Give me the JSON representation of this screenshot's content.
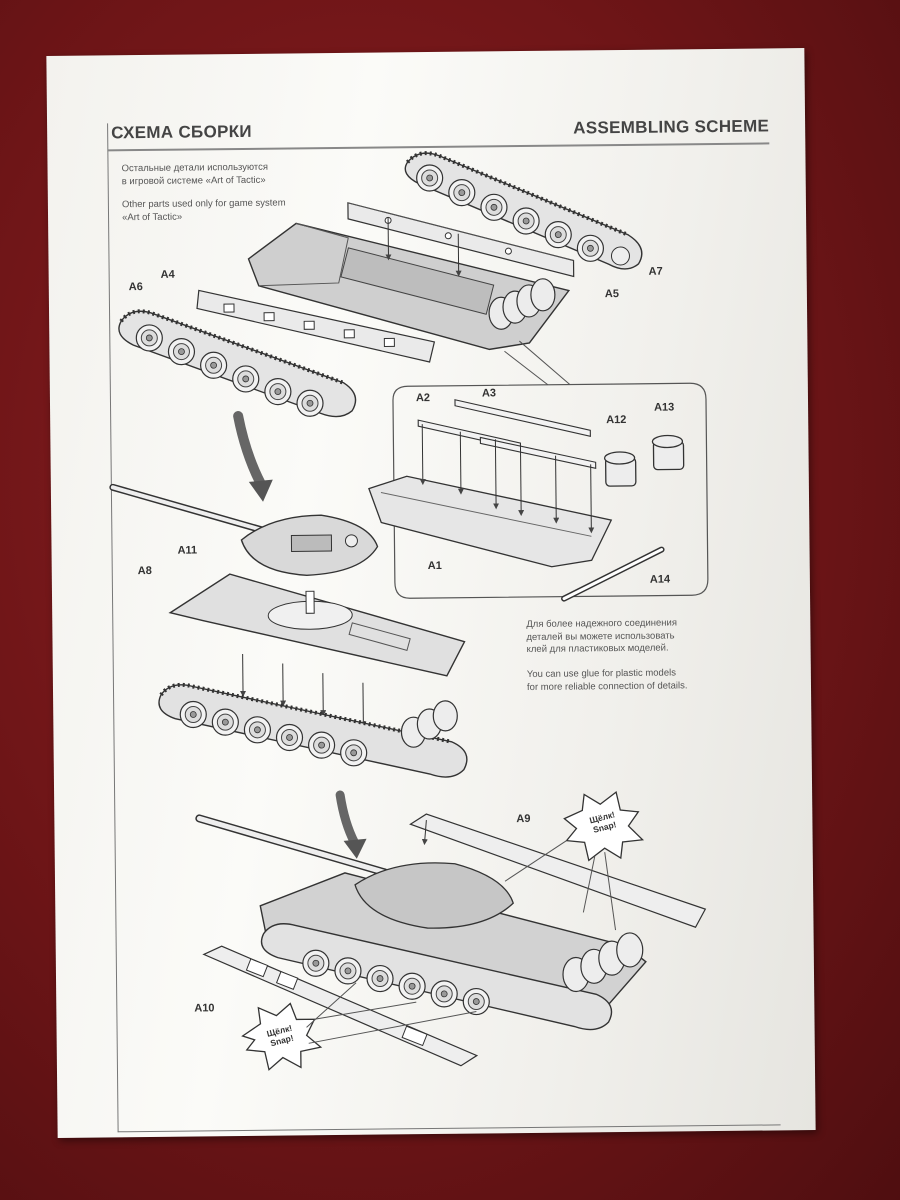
{
  "header": {
    "title_ru": "СХЕМА СБОРКИ",
    "title_en": "ASSEMBLING SCHEME"
  },
  "notes": {
    "other_parts_ru": [
      "Остальные детали используются",
      "в игровой системе «Art of Tactic»"
    ],
    "other_parts_en": [
      "Other parts used only for game system",
      "«Art of Tactic»"
    ],
    "glue_ru": [
      "Для более надежного соединения",
      "деталей вы можете использовать",
      "клей для пластиковых моделей."
    ],
    "glue_en": [
      "You can use glue for plastic models",
      "for more reliable connection of details."
    ]
  },
  "parts": {
    "a1": "A1",
    "a2": "A2",
    "a3": "A3",
    "a4": "A4",
    "a5": "A5",
    "a6": "A6",
    "a7": "A7",
    "a8": "A8",
    "a9": "A9",
    "a10": "A10",
    "a11": "A11",
    "a12": "A12",
    "a13": "A13",
    "a14": "A14"
  },
  "snap": {
    "ru": "Щёлк!",
    "en": "Snap!"
  },
  "colors": {
    "paper": "#f6f5f1",
    "ink": "#333333",
    "fill": "#cfcfcf",
    "background": "#6e1517"
  }
}
